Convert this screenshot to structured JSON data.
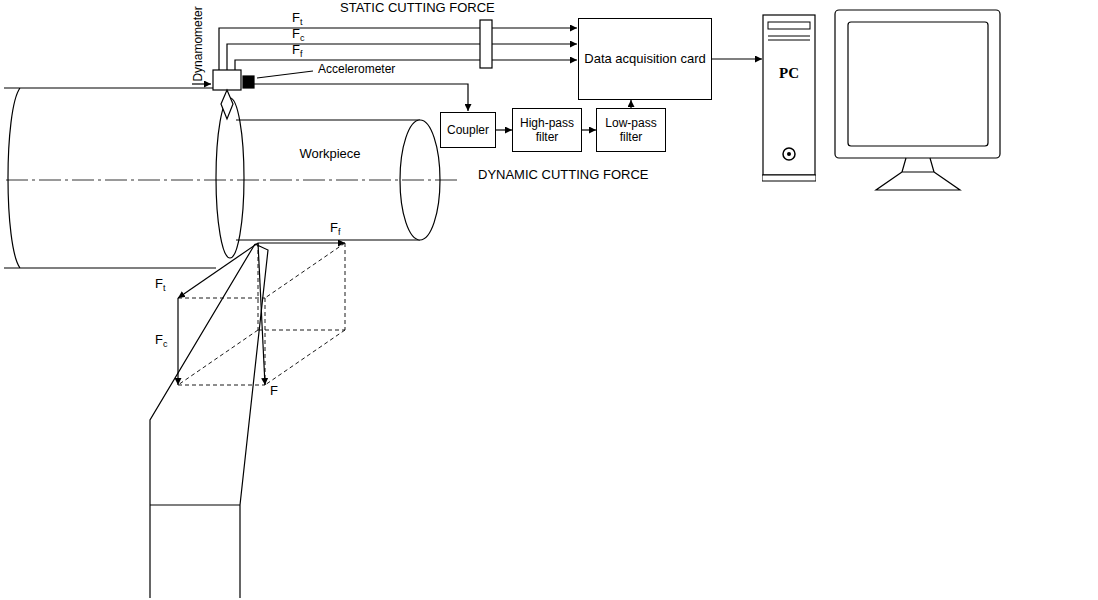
{
  "diagram": {
    "nodes": [
      {
        "text": [
          "Data acquisition card"
        ]
      },
      {
        "text": [
          "PC"
        ]
      },
      {
        "text": [
          "Workpiece"
        ]
      },
      {
        "text": [
          "Coupler"
        ]
      },
      {
        "text": [
          "High-pass filter"
        ]
      },
      {
        "text": [
          "Low-pass filter"
        ]
      }
    ],
    "edges": [
      {
        "from": 0,
        "to": 1,
        "arrow": "to"
      },
      {
        "from": 3,
        "to": 4,
        "arrow": "to"
      },
      {
        "from": 4,
        "to": 5,
        "arrow": "to"
      },
      {
        "from": 5,
        "to": 0,
        "arrow": "to"
      }
    ],
    "labels": [
      "STATIC CUTTING FORCE",
      "Ft",
      "Fc",
      "Ff",
      "Dynamometer",
      "Accelerometer",
      "DYNAMIC CUTTING FORCE",
      "Ff",
      "Ft",
      "Fc",
      "F"
    ]
  }
}
